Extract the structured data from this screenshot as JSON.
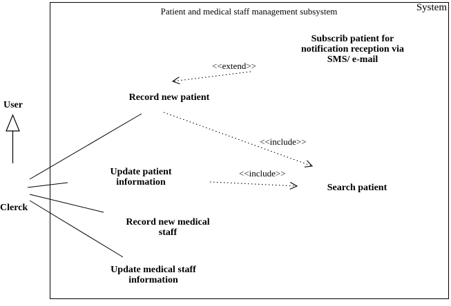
{
  "diagram": {
    "title": "Patient and medical staff management subsystem",
    "system_label": "System",
    "actors": {
      "user": "User",
      "clerck": "Clerck"
    },
    "use_cases": {
      "subscribe": "Subscrib patient for notification reception via SMS/ e-mail",
      "record_patient": "Record new patient",
      "update_patient": "Update patient information",
      "search_patient": "Search patient",
      "record_staff": "Record new medical staff",
      "update_staff": "Update medical staff information"
    },
    "stereotypes": {
      "extend": "<<extend>>",
      "include_1": "<<include>>",
      "include_2": "<<include>>"
    },
    "colors": {
      "ink": "#000000",
      "background": "#ffffff"
    }
  }
}
